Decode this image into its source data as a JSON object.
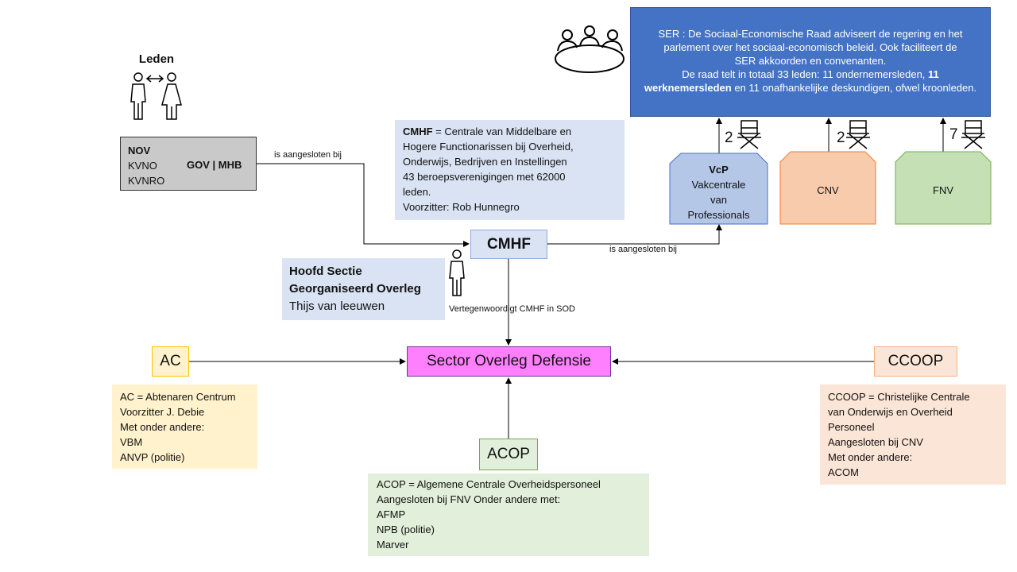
{
  "ser": {
    "lines": [
      "SER : De Sociaal-Economische Raad adviseert de regering en het",
      "parlement over het sociaal-economisch beleid. Ook faciliteert de",
      "SER akkoorden  en convenanten."
    ],
    "line4": "De raad telt in totaal 33 leden: 11 ondernemersleden, ",
    "line4_bold": "11",
    "line5_bold": "werknemersleden",
    "line5": " en 11 onafhankelijke deskundigen, ofwel kroonleden."
  },
  "leden": {
    "title": "Leden"
  },
  "nov_box": {
    "items": [
      "NOV",
      "KVNO",
      "KVNRO"
    ],
    "group_label": "GOV | MHB"
  },
  "labels": {
    "aangesloten_gov": "is aangesloten bij",
    "aangesloten_cmhf": "is aangesloten bij",
    "vertegenwoordigt": "Vertegenwoordigt  CMHF  in SOD"
  },
  "cmhf_desc": {
    "term": "CMHF",
    "line1_rest": " = Centrale van Middelbare en",
    "lines": [
      "Hogere Functionarissen bij Overheid,",
      "Onderwijs, Bedrijven en Instellingen",
      "43 beroepsverenigingen met 62000",
      "leden.",
      "Voorzitter:  Rob Hunnegro"
    ]
  },
  "unions": {
    "vcp": {
      "name": "VcP",
      "lines": [
        "Vakcentrale",
        "van",
        "Professionals"
      ],
      "seats": "2",
      "color": "#b4c7e7"
    },
    "cnv": {
      "name": "CNV",
      "seats": "2",
      "color": "#f8cbad"
    },
    "fnv": {
      "name": "FNV",
      "seats": "7",
      "color": "#c5e0b4"
    }
  },
  "cmhf": {
    "label": "CMHF"
  },
  "hoofd": {
    "title_line1": "Hoofd Sectie",
    "title_line2": "Georganiseerd Overleg",
    "name": "Thijs van leeuwen"
  },
  "sod": {
    "label": "Sector Overleg Defensie",
    "color": "#ff80ff"
  },
  "ac": {
    "label": "AC",
    "desc": [
      "AC = Abtenaren Centrum",
      "Voorzitter J. Debie",
      "Met onder andere:",
      "VBM",
      "ANVP (politie)"
    ]
  },
  "ccoop": {
    "label": "CCOOP",
    "desc": [
      "CCOOP = Christelijke Centrale",
      "van Onderwijs en Overheid",
      "Personeel",
      "Aangesloten bij CNV",
      "Met onder andere:",
      "ACOM"
    ]
  },
  "acop": {
    "label": "ACOP",
    "desc": [
      "ACOP = Algemene Centrale Overheidspersoneel",
      "Aangesloten bij FNV Onder andere met:",
      "AFMP",
      "NPB (politie)",
      "Marver"
    ]
  },
  "icons": {
    "meeting": "meeting-table-icon",
    "people": "man-woman-icon",
    "person": "person-icon",
    "chair": "director-chair-icon"
  }
}
